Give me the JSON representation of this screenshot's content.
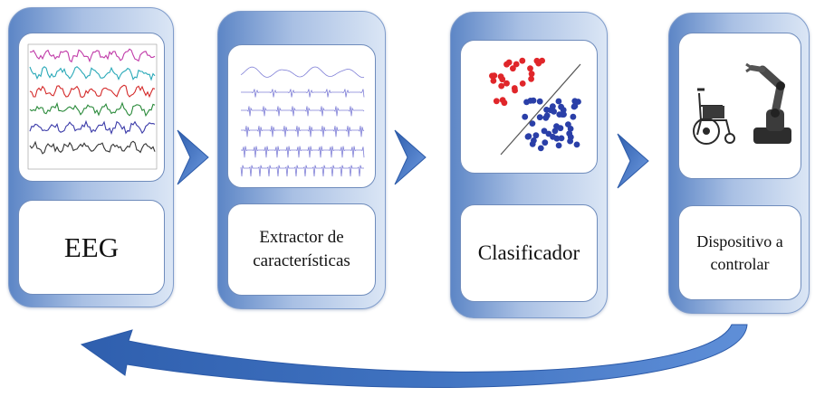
{
  "stages": [
    {
      "id": "eeg",
      "label_lines": [
        "EEG"
      ],
      "image": "eeg-signals-icon"
    },
    {
      "id": "feature-extractor",
      "label_lines": [
        "Extractor de",
        "características"
      ],
      "image": "feature-waveforms-icon"
    },
    {
      "id": "classifier",
      "label_lines": [
        "Clasificador"
      ],
      "image": "scatter-classification-icon"
    },
    {
      "id": "device",
      "label_lines": [
        "Dispositivo a",
        "controlar"
      ],
      "image": "wheelchair-robot-arm-icon"
    }
  ],
  "colors": {
    "stage_gradient_dark": "#5d86c6",
    "stage_gradient_light": "#dbe6f5",
    "arrow_blue": "#3f72c0",
    "class_red": "#e0262a",
    "class_blue": "#2a3fa8",
    "eeg_channels": [
      "#c03aa8",
      "#2aa9b8",
      "#d42a2a",
      "#2a8a3a",
      "#3a3aa8",
      "#333333"
    ]
  }
}
